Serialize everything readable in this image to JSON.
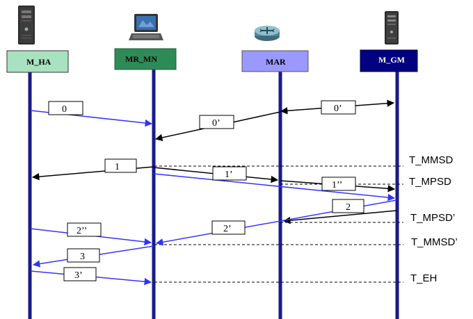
{
  "nodes": [
    {
      "id": "mha",
      "label": "M_HA",
      "icon": "server-tower-icon",
      "fill": "#a8e2c0",
      "text_color": "#000000"
    },
    {
      "id": "mrmn",
      "label": "MR_MN",
      "icon": "laptop-icon",
      "fill": "#2e8b57",
      "text_color": "#000000"
    },
    {
      "id": "mar",
      "label": "MAR",
      "icon": "router-icon",
      "fill": "#9999ff",
      "text_color": "#000000"
    },
    {
      "id": "mgm",
      "label": "M_GM",
      "icon": "server-tower-icon",
      "fill": "#000080",
      "text_color": "#ffffff"
    }
  ],
  "messages": [
    {
      "label": "0"
    },
    {
      "label": "0’"
    },
    {
      "label": "1"
    },
    {
      "label": "1’"
    },
    {
      "label": "1’’"
    },
    {
      "label": "2"
    },
    {
      "label": "2’"
    },
    {
      "label": "2’’"
    },
    {
      "label": "3"
    },
    {
      "label": "3’"
    }
  ],
  "time_marks": [
    {
      "label": "T_MMSD"
    },
    {
      "label": "T_MPSD"
    },
    {
      "label": "T_MPSD’"
    },
    {
      "label": "T_MMSD’"
    },
    {
      "label": "T_EH"
    }
  ],
  "colors": {
    "lifeline": "#1a1a8c",
    "blue_arrow": "#3333ff",
    "black_arrow": "#000000",
    "dashed": "#000000"
  }
}
